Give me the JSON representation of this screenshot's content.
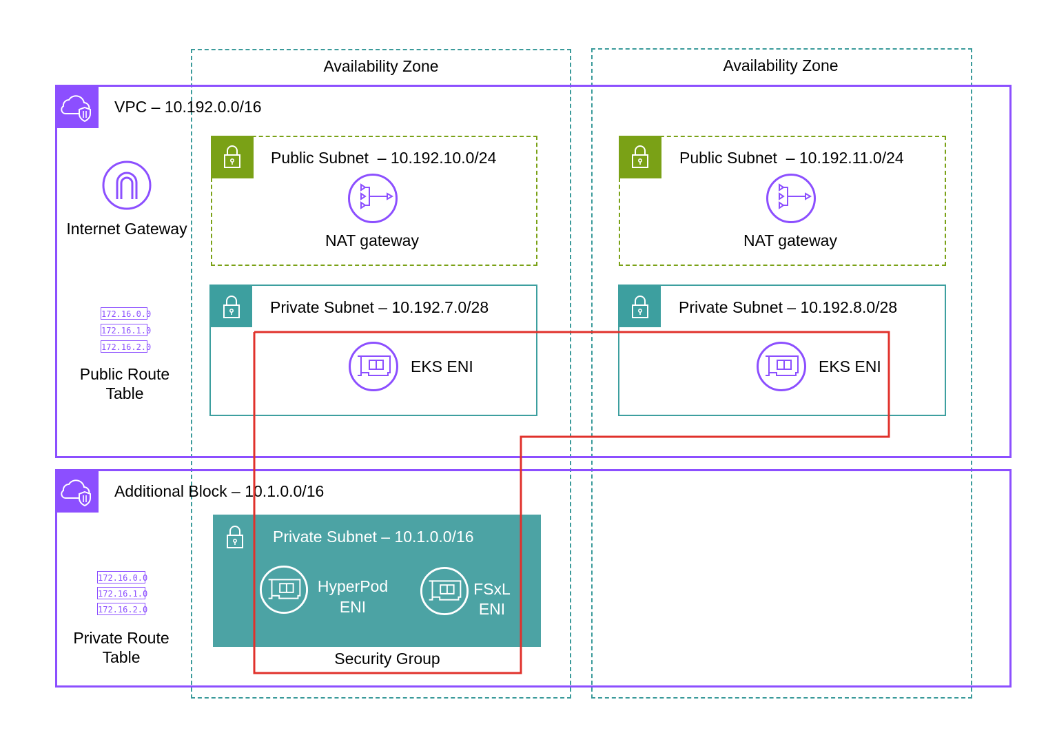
{
  "availability_zones": [
    {
      "label": "Availability Zone"
    },
    {
      "label": "Availability Zone"
    }
  ],
  "vpc": {
    "label": "VPC – 10.192.0.0/16",
    "icon": "vpc-cloud-shield-icon",
    "internet_gateway": {
      "label": "Internet Gateway",
      "icon": "internet-gateway-icon"
    },
    "route_table": {
      "label_line1": "Public Route",
      "label_line2": "Table",
      "icon": "route-table-icon",
      "entries": [
        "172.16.0.0",
        "172.16.1.0",
        "172.16.2.0"
      ]
    }
  },
  "public_subnets": [
    {
      "label": "Public Subnet  – 10.192.10.0/24",
      "nat_label": "NAT gateway",
      "icon": "lock-icon"
    },
    {
      "label": "Public Subnet  – 10.192.11.0/24",
      "nat_label": "NAT gateway",
      "icon": "lock-icon"
    }
  ],
  "private_subnets": [
    {
      "label": "Private Subnet – 10.192.7.0/28",
      "eni_label": "EKS ENI"
    },
    {
      "label": "Private Subnet – 10.192.8.0/28",
      "eni_label": "EKS ENI"
    }
  ],
  "additional_block": {
    "label": "Additional Block – 10.1.0.0/16",
    "icon": "vpc-cloud-shield-icon",
    "route_table": {
      "label_line1": "Private Route",
      "label_line2": "Table",
      "icon": "route-table-icon",
      "entries": [
        "172.16.0.0",
        "172.16.1.0",
        "172.16.2.0"
      ]
    },
    "subnet": {
      "label": "Private Subnet – 10.1.0.0/16",
      "hyperpod": {
        "line1": "HyperPod",
        "line2": "ENI"
      },
      "fsxl": {
        "line1": "FSxL",
        "line2": "ENI"
      }
    }
  },
  "security_group": {
    "label": "Security Group",
    "color": "#e0312b"
  },
  "colors": {
    "vpc_border": "#8c4fff",
    "az_border": "#3a9a9a",
    "public_subnet": "#7aa116",
    "private_subnet": "#3d9f9f",
    "additional_subnet_fill": "#4ca3a4",
    "security_group": "#e0312b"
  }
}
